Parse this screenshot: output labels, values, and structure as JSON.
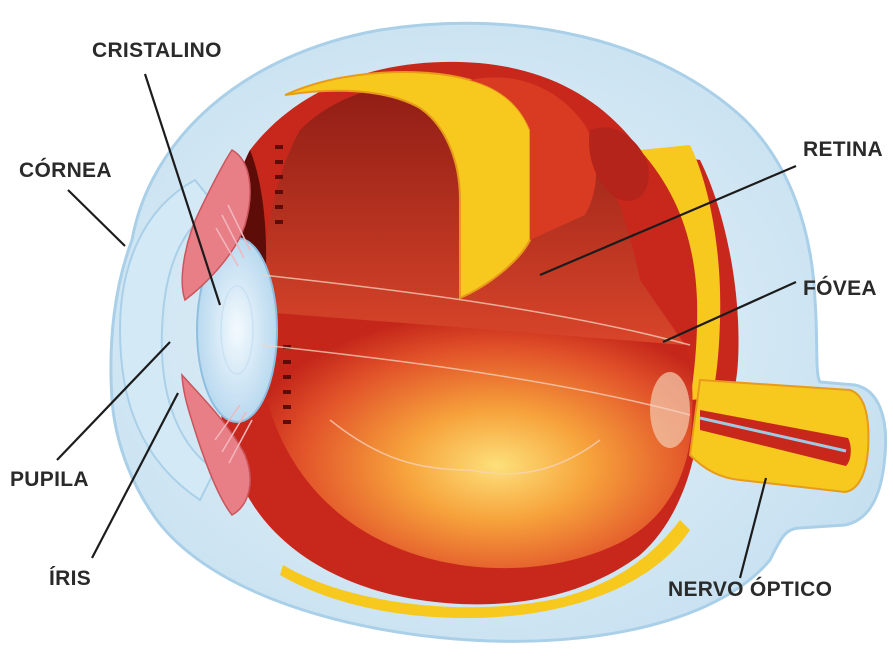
{
  "labels": {
    "cristalino": "CRISTALINO",
    "cornea": "CÓRNEA",
    "pupila": "PUPILA",
    "iris": "ÍRIS",
    "retina": "RETINA",
    "fovea": "FÓVEA",
    "nervo_optico": "NERVO ÓPTICO"
  },
  "colors": {
    "outer_shell": "#cfe6f3",
    "shell_edge": "#9fc8e2",
    "sclera_red": "#c8281c",
    "retina_yellow": "#f7c81e",
    "lens": "#d9ecf8",
    "iris_pink": "#e87f86",
    "inner_glow": "#f7b34a"
  }
}
